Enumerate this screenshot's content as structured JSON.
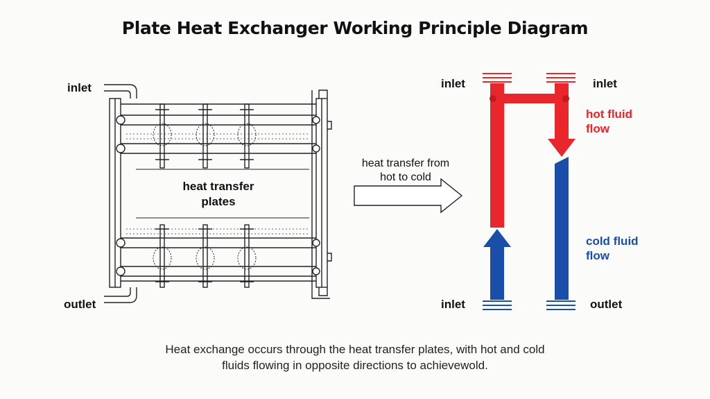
{
  "title": "Plate Heat Exchanger Working Principle Diagram",
  "left_diagram": {
    "inlet_label": "inlet",
    "outlet_label": "outlet",
    "plates_label_line1": "heat transfer",
    "plates_label_line2": "plates"
  },
  "transfer_arrow": {
    "label_line1": "heat transfer from",
    "label_line2": "hot to cold"
  },
  "right_diagram": {
    "top_left_label": "inlet",
    "top_right_label": "inlet",
    "bottom_left_label": "inlet",
    "bottom_right_label": "outlet",
    "hot_label_line1": "hot fluid",
    "hot_label_line2": "flow",
    "cold_label_line1": "cold fluid",
    "cold_label_line2": "flow",
    "hot_color": "#e8262b",
    "cold_color": "#1a4ea8"
  },
  "caption": {
    "line1": "Heat exchange occurs through the heat transfer plates, with hot and cold",
    "line2": "fluids flowing in opposite directions to achievewold."
  }
}
